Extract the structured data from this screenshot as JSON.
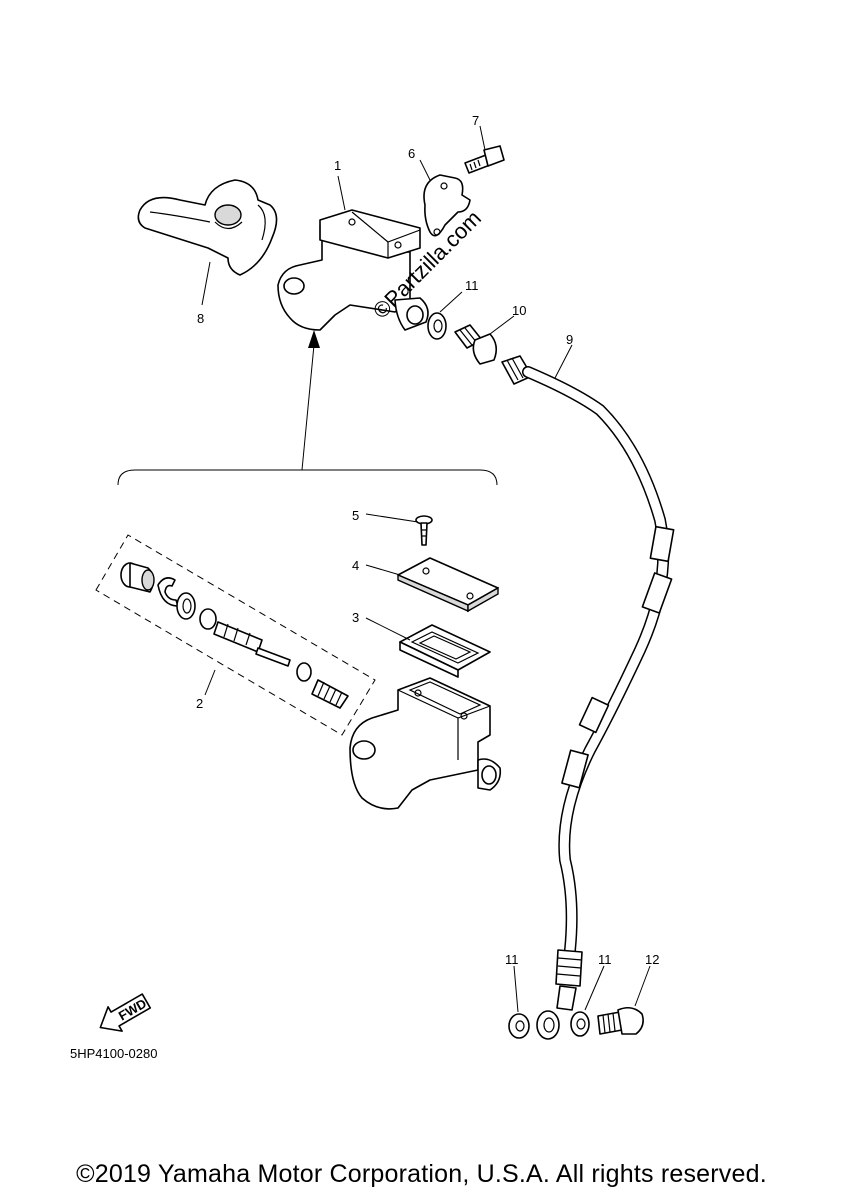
{
  "callouts": {
    "c1": "1",
    "c2": "2",
    "c3": "3",
    "c4": "4",
    "c5": "5",
    "c6": "6",
    "c7": "7",
    "c8": "8",
    "c9": "9",
    "c10": "10",
    "c11a": "11",
    "c11b": "11",
    "c11c": "11",
    "c12": "12"
  },
  "fwd_label": "FWD",
  "watermark": "©Partzilla.com",
  "diagram_code": "5HP4100-0280",
  "copyright": "©2019 Yamaha Motor Corporation, U.S.A. All rights reserved."
}
